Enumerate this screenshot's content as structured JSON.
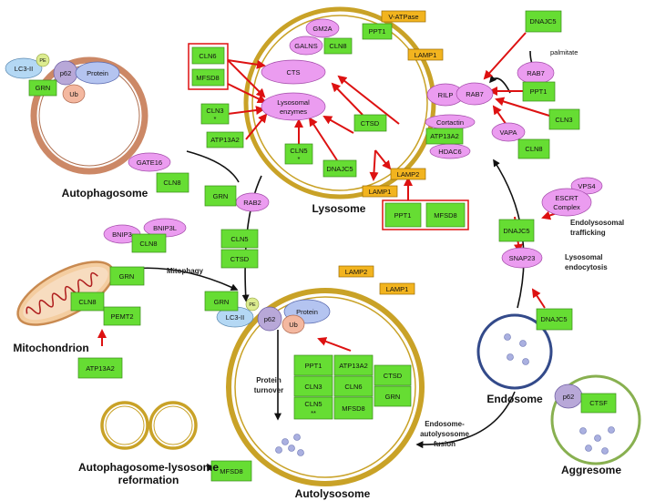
{
  "compartments": {
    "lysosome": "Lysosome",
    "autophagosome": "Autophagosome",
    "mitochondrion": "Mitochondrion",
    "autolysosome": "Autolysosome",
    "endosome": "Endosome",
    "aggresome": "Aggresome",
    "reformation_line1": "Autophagosome-lysosome",
    "reformation_line2": "reformation"
  },
  "pathways": {
    "mitophagy": "Mitophagy",
    "protein_turnover_1": "Protein",
    "protein_turnover_2": "turnover",
    "endolysosomal_1": "Endolysosomal",
    "endolysosomal_2": "trafficking",
    "lysosomal_endocytosis_1": "Lysosomal",
    "lysosomal_endocytosis_2": "endocytosis",
    "fusion_1": "Endosome-",
    "fusion_2": "autolysosome",
    "fusion_3": "fusion",
    "palmitate": "palmitate"
  },
  "proteins": {
    "cln6": "CLN6",
    "mfsd8": "MFSD8",
    "cln3_star": "CLN3",
    "star": "*",
    "star2": "**",
    "atp13a2": "ATP13A2",
    "cln5": "CLN5",
    "dnajc5": "DNAJC5",
    "ctsd": "CTSD",
    "gm2a": "GM2A",
    "galns": "GALNS",
    "cln8": "CLN8",
    "v_atpase": "V-ATPase",
    "ppt1": "PPT1",
    "lamp1": "LAMP1",
    "lamp2": "LAMP2",
    "cts": "CTS",
    "lysosomal_1": "Lysosomal",
    "lysosomal_2": "enzymes",
    "rilp": "RILP",
    "rab7": "RAB7",
    "cortactin": "Cortactin",
    "hdac6": "HDAC6",
    "vapa": "VAPA",
    "cln3": "CLN3",
    "vps4": "VPS4",
    "escrt_1": "ESCRT",
    "escrt_2": "Complex",
    "snap23": "SNAP23",
    "lc3": "LC3-II",
    "pe": "PE",
    "p62": "p62",
    "protein": "Protein",
    "ub": "Ub",
    "grn": "GRN",
    "gate16": "GATE16",
    "rab2": "RAB2",
    "bnip3": "BNIP3",
    "bnip3l": "BNIP3L",
    "pemt2": "PEMT2",
    "ctsf": "CTSF"
  }
}
